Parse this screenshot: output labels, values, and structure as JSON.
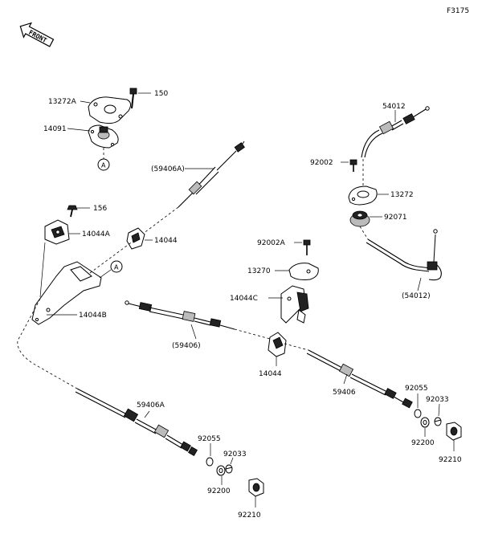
{
  "page_code": "F3175",
  "direction_label": "FRONT",
  "ref_marker": "A",
  "labels": {
    "p13272A": "13272A",
    "p150": "150",
    "p14091": "14091",
    "p59406A_top": "(59406A)",
    "p156": "156",
    "p14044A": "14044A",
    "p14044_left": "14044",
    "p14044B": "14044B",
    "p54012": "54012",
    "p92002": "92002",
    "p13272": "13272",
    "p92071": "92071",
    "p54012_paren": "(54012)",
    "p92002A": "92002A",
    "p13270": "13270",
    "p14044C": "14044C",
    "p59406_paren": "(59406)",
    "p14044_mid": "14044",
    "p59406": "59406",
    "p92055_right": "92055",
    "p92033_right": "92033",
    "p92200_right": "92200",
    "p92210_right": "92210",
    "p59406A": "59406A",
    "p92055_left": "92055",
    "p92033_left": "92033",
    "p92200_left": "92200",
    "p92210_left": "92210"
  }
}
